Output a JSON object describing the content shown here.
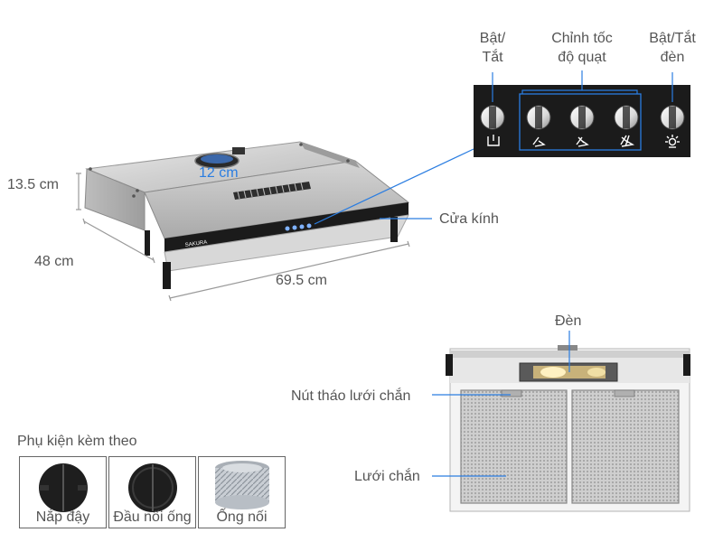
{
  "hood": {
    "dimensions": {
      "height": "13.5 cm",
      "depth": "48 cm",
      "width": "69.5 cm",
      "duct": "12 cm"
    },
    "brand_text": "SAKURA",
    "glass_label": "Cửa kính"
  },
  "controls": {
    "power_label": "Bật/\nTắt",
    "fan_label": "Chỉnh tốc\nđộ quạt",
    "light_label": "Bật/Tắt\nđèn"
  },
  "underside": {
    "light_label": "Đèn",
    "filter_release_label": "Nút tháo lưới chắn",
    "filter_label": "Lưới chắn"
  },
  "accessories": {
    "title": "Phụ kiện kèm theo",
    "items": [
      {
        "label": "Nắp đậy"
      },
      {
        "label": "Đầu nối ống"
      },
      {
        "label": "Ống nối"
      }
    ]
  },
  "colors": {
    "accent": "#2a7de1",
    "text": "#555555",
    "panel": "#1b1b1b"
  }
}
